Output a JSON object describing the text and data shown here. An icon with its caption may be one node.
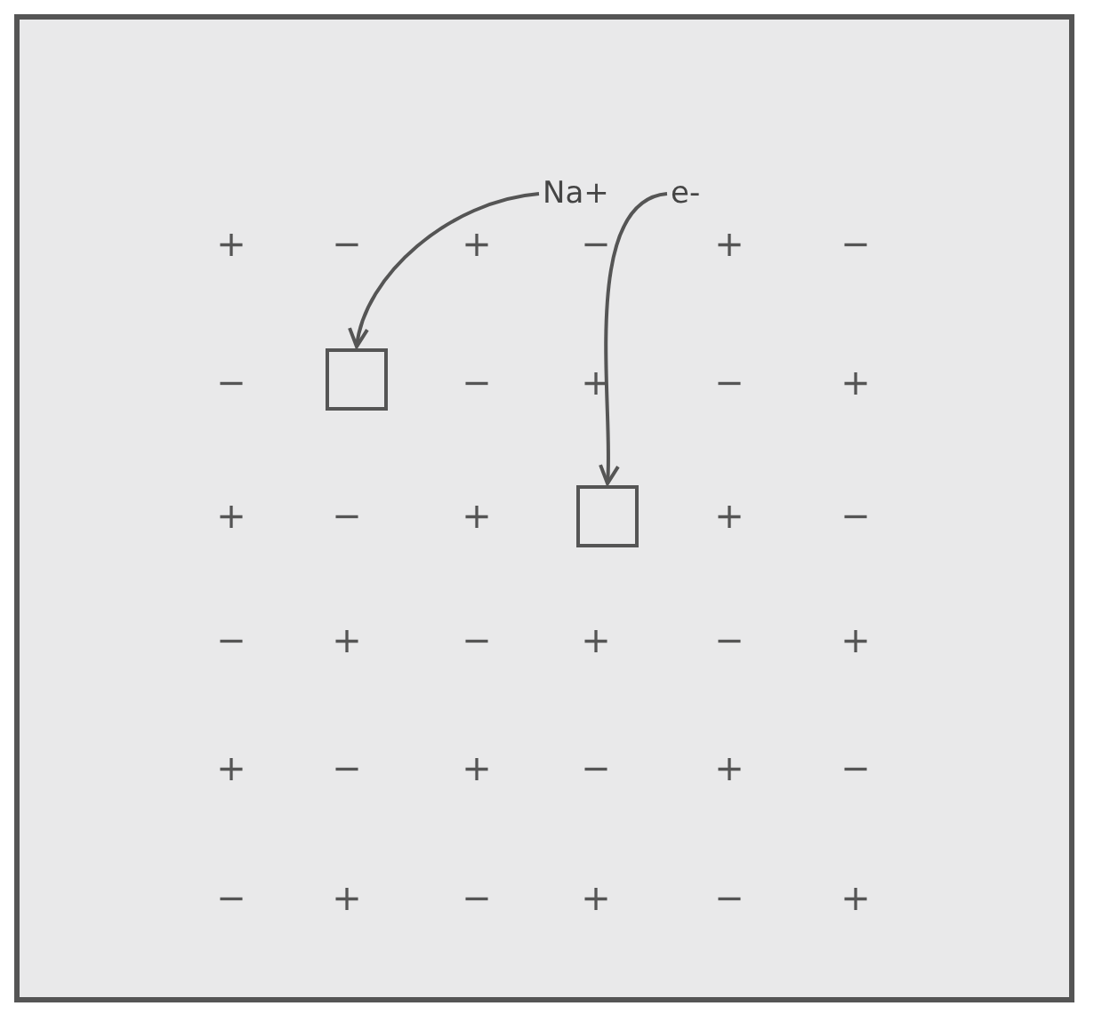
{
  "diagram": {
    "nodes": [
      {
        "text": [
          "Na+"
        ]
      },
      {
        "text": [
          "e-"
        ]
      },
      {
        "text": [],
        "shape": "box"
      },
      {
        "text": [],
        "shape": "box"
      }
    ],
    "edges": [
      {
        "from": 0,
        "to": 2,
        "arrow": "to"
      },
      {
        "from": 1,
        "to": 3,
        "arrow": "to"
      }
    ],
    "labels": [
      "+",
      "−",
      "+",
      "−",
      "+",
      "−",
      "−",
      "−",
      "+",
      "−",
      "+",
      "+",
      "−",
      "+",
      "+",
      "−",
      "−",
      "+",
      "−",
      "+",
      "−",
      "+",
      "+",
      "−",
      "+",
      "−",
      "+",
      "−",
      "−",
      "+",
      "−",
      "+",
      "−",
      "+"
    ]
  }
}
